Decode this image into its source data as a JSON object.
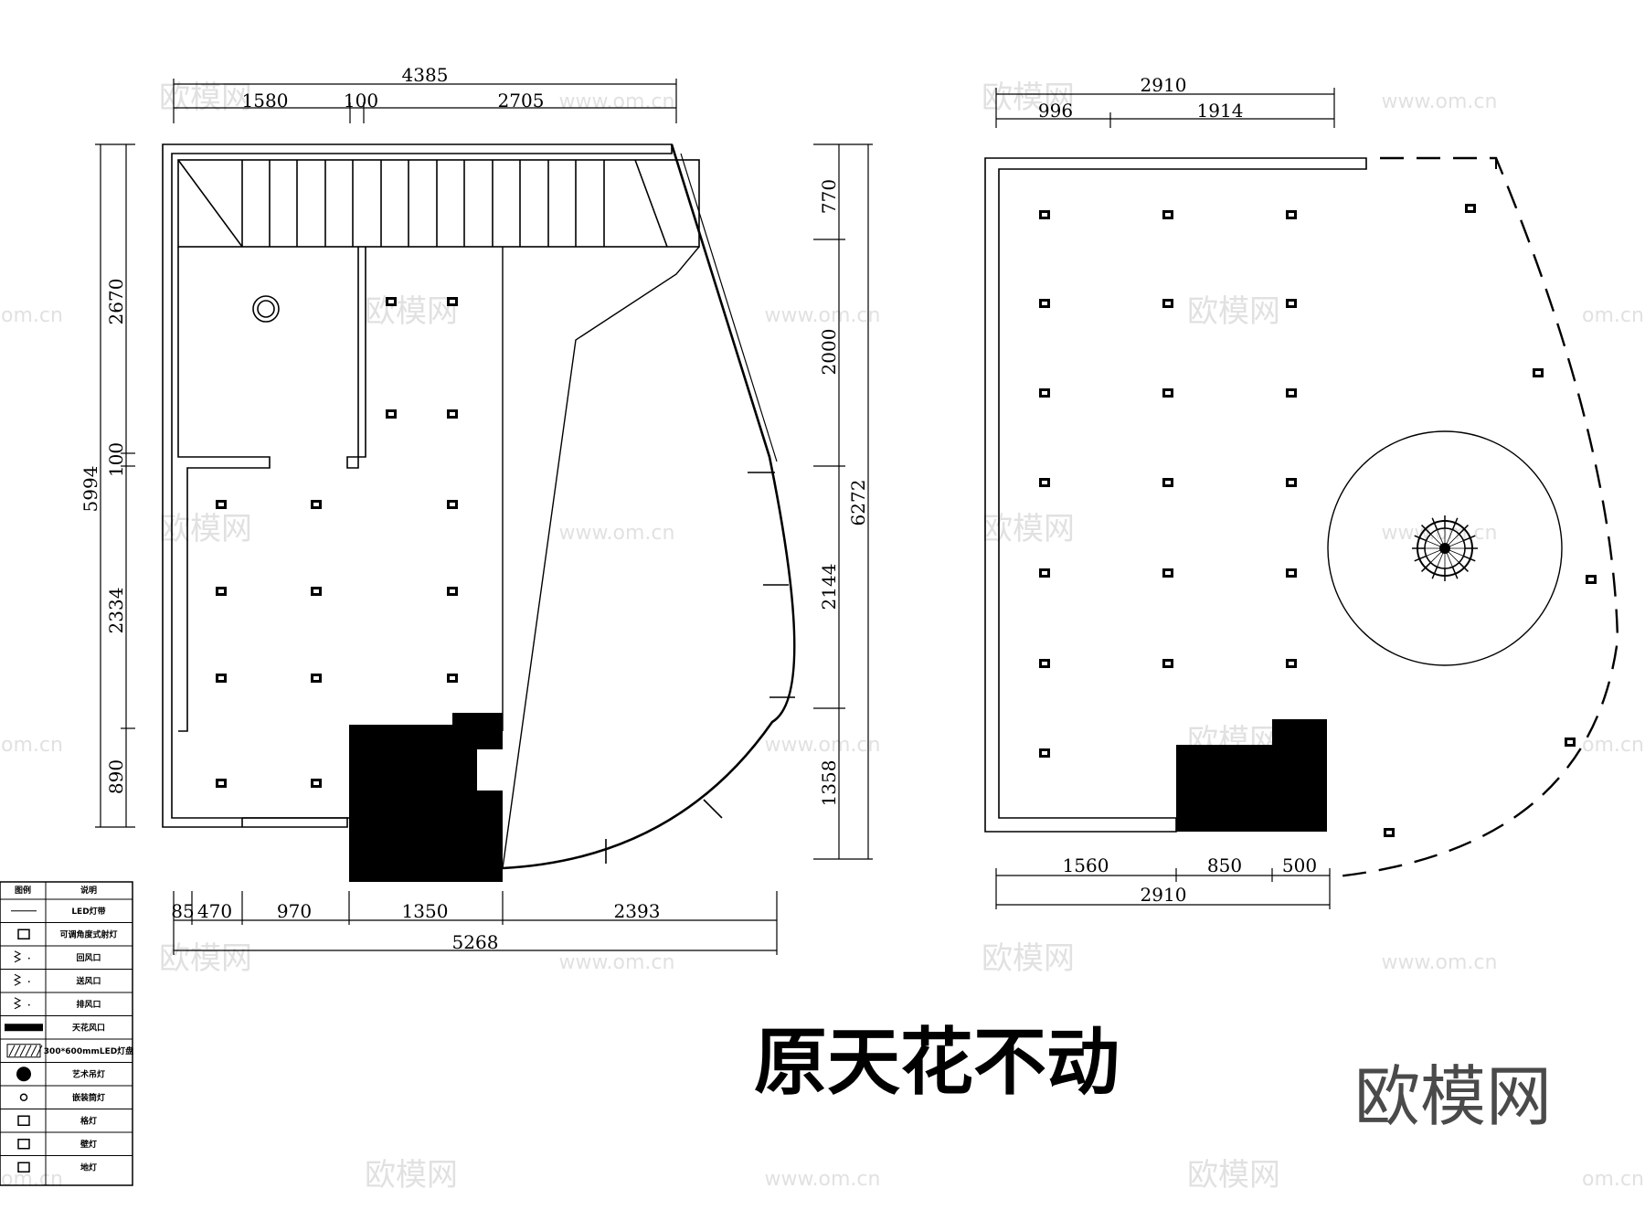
{
  "plan_left": {
    "top_dims": {
      "total": "4385",
      "a": "1580",
      "b": "100",
      "c": "2705"
    },
    "left_dims": {
      "total": "5994",
      "a": "2670",
      "b": "100",
      "c": "2334",
      "d": "890"
    },
    "right_dims": {
      "total": "6272",
      "a": "770",
      "b": "2000",
      "c": "2144",
      "d": "1358"
    },
    "bottom_dims": {
      "a": "85",
      "b": "470",
      "c": "970",
      "d": "1350",
      "e": "2393",
      "total": "5268"
    }
  },
  "plan_right": {
    "top_dims": {
      "total": "2910",
      "a": "996",
      "b": "1914"
    },
    "bottom_dims": {
      "a": "1560",
      "b": "850",
      "c": "500",
      "total": "2910"
    }
  },
  "legend": {
    "header": [
      "图例",
      "说明"
    ],
    "rows": [
      {
        "icon": "line-icon",
        "label": "LED灯带"
      },
      {
        "icon": "adjustable-downlight-icon",
        "label": "可调角度式射灯"
      },
      {
        "icon": "supply-vent-icon",
        "label": "回风口"
      },
      {
        "icon": "return-vent-icon",
        "label": "送风口"
      },
      {
        "icon": "exhaust-vent-icon",
        "label": "排风口"
      },
      {
        "icon": "ceiling-vent-icon",
        "label": "天花风口"
      },
      {
        "icon": "led-panel-icon",
        "label": "300*600mmLED灯盘"
      },
      {
        "icon": "chandelier-icon",
        "label": "艺术吊灯"
      },
      {
        "icon": "recessed-light-icon",
        "label": "嵌装筒灯"
      },
      {
        "icon": "grille-light-icon",
        "label": "格灯"
      },
      {
        "icon": "wall-lamp-icon",
        "label": "壁灯"
      },
      {
        "icon": "floor-lamp-icon",
        "label": "地灯"
      }
    ]
  },
  "caption": "原天花不动",
  "brand": "欧模网",
  "watermark": {
    "cn": "欧模网",
    "url": "www.om.cn",
    "short": "om.cn"
  }
}
